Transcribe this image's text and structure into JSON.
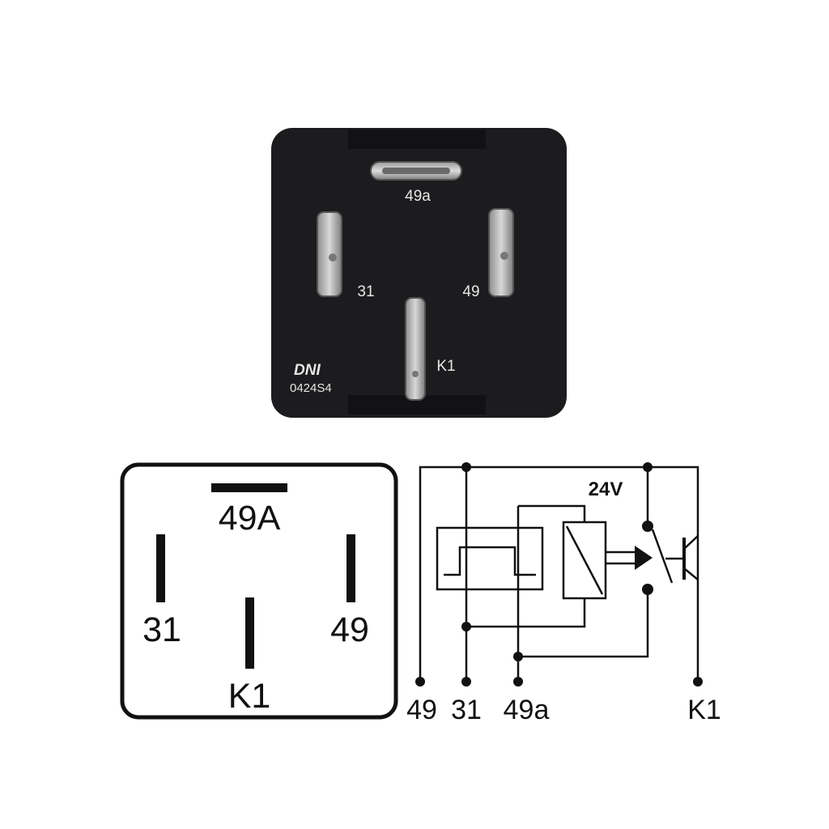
{
  "photo": {
    "pin_labels": {
      "top": "49a",
      "left": "31",
      "right": "49",
      "bottom": "K1"
    },
    "brand": "DNI",
    "part_code": "0424S4",
    "colors": {
      "body": "#1c1c1e",
      "pin": "#b9b9b9",
      "text": "#e6e6e6"
    }
  },
  "pinout": {
    "labels": {
      "top": "49A",
      "left": "31",
      "right": "49",
      "bottom": "K1"
    }
  },
  "schematic": {
    "voltage": "24V",
    "terminals": [
      "49",
      "31",
      "49a",
      "K1"
    ]
  }
}
